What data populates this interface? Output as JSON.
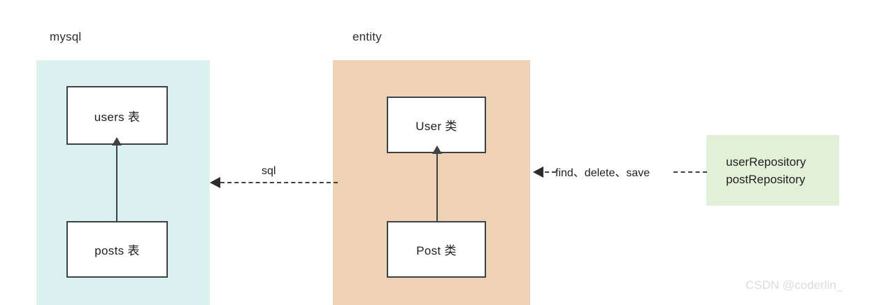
{
  "diagram": {
    "panels": [
      {
        "id": "mysql",
        "label": "mysql",
        "color": "#dbf1f0",
        "nodes": [
          {
            "id": "users",
            "label": "users 表"
          },
          {
            "id": "posts",
            "label": "posts 表"
          }
        ]
      },
      {
        "id": "entity",
        "label": "entity",
        "color": "#efd2b4",
        "nodes": [
          {
            "id": "user",
            "label": "User 类"
          },
          {
            "id": "post",
            "label": "Post 类"
          }
        ]
      }
    ],
    "repository": {
      "color": "#e3f0d8",
      "line1": "userRepository",
      "line2": "postRepository"
    },
    "edges": [
      {
        "id": "sql",
        "label": "sql",
        "style": "dashed",
        "direction": "left",
        "from": "entity",
        "to": "mysql"
      },
      {
        "id": "operations",
        "label": "find、delete、save",
        "style": "dashed",
        "direction": "left",
        "from": "repository",
        "to": "entity"
      },
      {
        "id": "posts-to-users",
        "label": "",
        "style": "solid",
        "direction": "up",
        "from": "posts 表",
        "to": "users 表"
      },
      {
        "id": "post-to-user",
        "label": "",
        "style": "solid",
        "direction": "up",
        "from": "Post 类",
        "to": "User 类"
      }
    ],
    "watermark": "CSDN @coderlin_"
  }
}
